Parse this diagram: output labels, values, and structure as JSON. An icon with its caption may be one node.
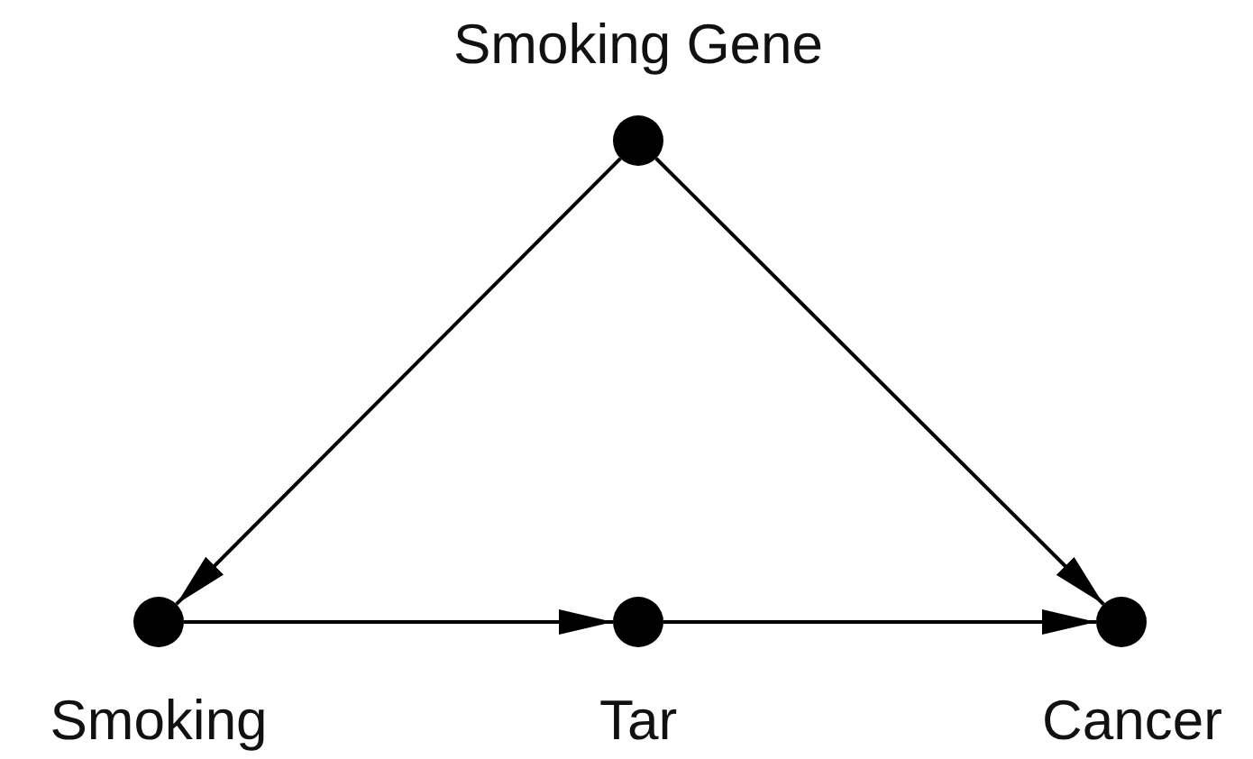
{
  "diagram": {
    "nodes": [
      {
        "text": [
          "Smoking Gene"
        ]
      },
      {
        "text": [
          "Smoking"
        ]
      },
      {
        "text": [
          "Tar"
        ]
      },
      {
        "text": [
          "Cancer"
        ]
      }
    ],
    "edges": [
      {
        "from": 0,
        "to": 1,
        "arrow": "to"
      },
      {
        "from": 0,
        "to": 3,
        "arrow": "to"
      },
      {
        "from": 1,
        "to": 2,
        "arrow": "to"
      },
      {
        "from": 2,
        "to": 3,
        "arrow": "to"
      }
    ]
  }
}
